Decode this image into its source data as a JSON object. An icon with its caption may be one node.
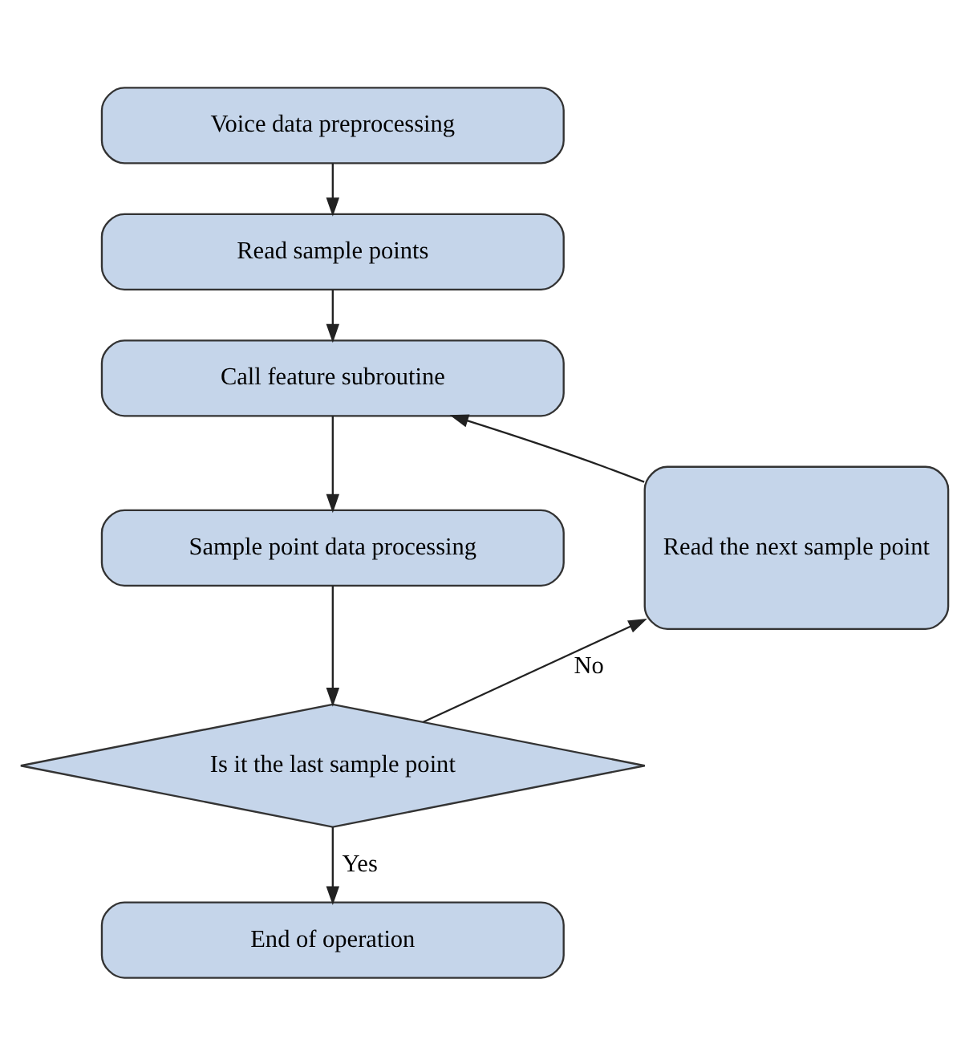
{
  "diagram": {
    "nodes": [
      {
        "text": [
          "Voice data preprocessing"
        ]
      },
      {
        "text": [
          "Read sample points"
        ]
      },
      {
        "text": [
          "Call feature subroutine"
        ]
      },
      {
        "text": [
          "Sample point data processing"
        ]
      },
      {
        "text": [
          "Is it the last sample point"
        ]
      },
      {
        "text": [
          "Read the next sample point"
        ]
      },
      {
        "text": [
          "End of operation"
        ]
      }
    ],
    "edges": [
      {
        "from": 0,
        "to": 1,
        "arrow": "to"
      },
      {
        "from": 1,
        "to": 2,
        "arrow": "to"
      },
      {
        "from": 2,
        "to": 3,
        "arrow": "to"
      },
      {
        "from": 3,
        "to": 4,
        "arrow": "to"
      },
      {
        "from": 4,
        "to": 5,
        "arrow": "to",
        "label": "No"
      },
      {
        "from": 5,
        "to": 2,
        "arrow": "to"
      },
      {
        "from": 4,
        "to": 6,
        "arrow": "to",
        "label": "Yes"
      }
    ]
  }
}
